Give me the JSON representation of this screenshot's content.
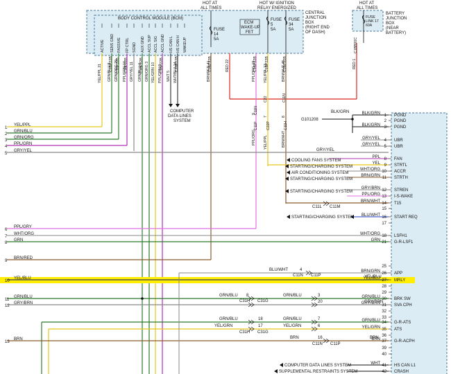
{
  "colors": {
    "box_fill": "#dcecf4",
    "box_stroke": "#4a7a99",
    "highlight": "#ffee00",
    "red": "#d9261c",
    "yellow": "#e6c619",
    "green": "#2b7a2b",
    "brown": "#8b5a2b",
    "purple": "#b030b0",
    "grey": "#888888",
    "black": "#111111",
    "blue": "#2040c0",
    "pink": "#e070e0"
  },
  "top": {
    "hot_at_all_times_1": "HOT AT",
    "hot_at_all_times_2": "ALL TIMES",
    "hot_ign_1": "HOT W/ IGNITION",
    "hot_ign_2": "RELAY ENERGIZED",
    "hot_right_1": "HOT AT",
    "hot_right_2": "ALL TIMES",
    "bcm_title": "BODY CONTROL MODULE (BCM)",
    "cjb_1": "CENTRAL",
    "cjb_2": "JUNCTION",
    "cjb_3": "BOX",
    "cjb_4": "(RIGHT END",
    "cjb_5": "OF DASH)",
    "bjb_1": "BATTERY",
    "bjb_2": "JUNCTION",
    "bjb_3": "BOX",
    "bjb_4": "(NEAR",
    "bjb_5": "BATTERY)",
    "fuse14_1": "FUSE",
    "fuse14_2": "14",
    "fuse14_3": "5A",
    "fuse5_1": "FUSE",
    "fuse5_2": "5",
    "fuse5_3": "5A",
    "fuse34_1": "FUSE",
    "fuse34_2": "34",
    "fuse34_3": "5A",
    "fuse17_1": "FUSE",
    "fuse17_2": "LINK 17",
    "fuse17_3": "60A",
    "ecm_1": "ECM",
    "ecm_2": "WAKE-UP",
    "ecm_3": "FET",
    "cdl_1": "COMPUTER",
    "cdl_2": "DATA LINES",
    "cdl_3": "SYSTEM",
    "g101": "G101208"
  },
  "bcm_pins": [
    "ACTIVE",
    "SENS GND",
    "PASSIVE",
    "FP CTRL",
    "SGND",
    "AUX GND",
    "ACCL SUP",
    "ACCL SIG",
    "ACCL GND",
    "HS CAN L",
    "HS CAN H",
    "WAKEUP"
  ],
  "vert_labels": [
    "YEL/PPL 21",
    "GRN/BLU 8",
    "GRN/ORG 29",
    "PPL/GRN 16",
    "GRY/YEL 11",
    "GRN/BLU 6",
    "GRN/ORG 3",
    "YEL/GRN 10",
    "PPL/GRN 9",
    "WHT 5",
    "WHT/BLU 14",
    "BRN/RED 41",
    "C1BP22B",
    "C1BP22B",
    "C1BP22B",
    "C1BP22B",
    "C1BP22B",
    "C1BP22B",
    "RED 22",
    "PPL/ORG 19",
    "YEL/PPL 13",
    "BRN/WHT 45",
    "C1BP22B",
    "C1BP22B",
    "C1BP22B",
    "C1BP22B",
    "RED 1",
    "C1BB00C"
  ],
  "mid_vert": [
    "PPL/ORG",
    "YEL/PPL",
    "BRN/WHT",
    "9",
    "7",
    "8",
    "C11N",
    "C22",
    "C11N",
    "C11P",
    "C22P",
    "C11H"
  ],
  "left_wires": [
    {
      "num": "1",
      "label": "YEL/PPL"
    },
    {
      "num": "2",
      "label": "GRN/BLU"
    },
    {
      "num": "3",
      "label": "GRN/ORG"
    },
    {
      "num": "4",
      "label": "PPL/GRN"
    },
    {
      "num": "5",
      "label": "GRY/YEL"
    },
    {
      "num": "6",
      "label": "PPL/GRY"
    },
    {
      "num": "7",
      "label": "WHT/ORG"
    },
    {
      "num": "8",
      "label": "GRN"
    },
    {
      "num": "9",
      "label": "BRN/RED"
    },
    {
      "num": "10",
      "label": "YEL/BLU"
    },
    {
      "num": "11",
      "label": "GRN/BLU"
    },
    {
      "num": "12",
      "label": "GRY/BRN"
    },
    {
      "num": "13",
      "label": "BRN"
    }
  ],
  "right_pins": [
    {
      "num": "1",
      "wire": "BLK/GRN",
      "name": "PGND"
    },
    {
      "num": "2",
      "wire": "",
      "name": "PGND"
    },
    {
      "num": "3",
      "wire": "BLK/GRN",
      "name": "PGND"
    },
    {
      "num": "4",
      "wire": "GRY/YEL",
      "name": "UBR"
    },
    {
      "num": "5",
      "wire": "GRY/YEL",
      "name": "UBR"
    },
    {
      "num": "8",
      "wire": "PPL",
      "name": "FAN"
    },
    {
      "num": "9",
      "wire": "YEL",
      "name": "STRTL"
    },
    {
      "num": "10",
      "wire": "WHT/ORG",
      "name": "ACCR"
    },
    {
      "num": "11",
      "wire": "BRN/GRN",
      "name": "STRTH"
    },
    {
      "num": "12",
      "wire": "GRY/BRN",
      "name": "STREN"
    },
    {
      "num": "13",
      "wire": "PPL/ORG",
      "name": "I-S-WAKE"
    },
    {
      "num": "14",
      "wire": "BRN/WHT",
      "name": "T15"
    },
    {
      "num": "15",
      "wire": "",
      "name": ""
    },
    {
      "num": "16",
      "wire": "BLU/WHT",
      "name": "START REQ"
    },
    {
      "num": "17",
      "wire": "",
      "name": ""
    },
    {
      "num": "18",
      "wire": "WHT/ORG",
      "name": "LSFH1"
    },
    {
      "num": "21",
      "wire": "GRN",
      "name": "G-R-LSF1"
    },
    {
      "num": "25",
      "wire": "",
      "name": ""
    },
    {
      "num": "26",
      "wire": "BRN/GRN",
      "name": "APP"
    },
    {
      "num": "27",
      "wire": "YEL/BLU",
      "name": "MRLY"
    },
    {
      "num": "28",
      "wire": "",
      "name": ""
    },
    {
      "num": "29",
      "wire": "",
      "name": ""
    },
    {
      "num": "30",
      "wire": "GRN/BLU",
      "name": "BRK SW"
    },
    {
      "num": "31",
      "wire": "GRY/BRN",
      "name": "SVA CPH"
    },
    {
      "num": "32",
      "wire": "",
      "name": ""
    },
    {
      "num": "33",
      "wire": "",
      "name": ""
    },
    {
      "num": "34",
      "wire": "GRN/BLU",
      "name": "G-R-ATS"
    },
    {
      "num": "35",
      "wire": "YEL/GRN",
      "name": "ATS"
    },
    {
      "num": "36",
      "wire": "",
      "name": ""
    },
    {
      "num": "37",
      "wire": "BRN",
      "name": "G-R-ACPH"
    },
    {
      "num": "39",
      "wire": "",
      "name": ""
    },
    {
      "num": "40",
      "wire": "",
      "name": ""
    },
    {
      "num": "41",
      "wire": "WHT",
      "name": "HS CAN L1"
    },
    {
      "num": "42",
      "wire": "",
      "name": "CRASH"
    }
  ],
  "system_refs": [
    "COOLING FANS SYSTEM",
    "STARTING/CHARGING SYSTEM",
    "AIR CONDITIONING SYSTEM",
    "STARTING/CHARGING SYSTEM",
    "STARTING/CHARGING SYSTEM",
    "STARTING/CHARGING SYSTEM",
    "COMPUTER DATA LINES SYSTEM",
    "SUPPLEMENTAL RESTRAINTS SYSTEM"
  ],
  "mid_labels": {
    "blk_grn": "BLK/GRN",
    "gry_yel": "GRY/YEL",
    "c11l": "C11L",
    "c11m": "C11M",
    "blu_wht": "BLU/WHT",
    "pin4": "4",
    "c11n_a": "C11N",
    "c11p_a": "C11P",
    "yel_blu": "YEL/BLU",
    "grn_blu_a": "GRN/BLU",
    "pin8": "8",
    "c31h": "C31H",
    "c31g": "C31G",
    "grn_blu_b": "GRN/BLU",
    "pin3": "3",
    "pin20": "20",
    "gry_brn": "GRY/BRN",
    "grn_blu_c": "GRN/BLU",
    "pin18": "18",
    "yel_grn": "YEL/GRN",
    "pin17": "17",
    "c31h_b": "C31H",
    "c31g_b": "C31G",
    "grn_blu_d": "GRN/BLU",
    "pin7": "7",
    "yel_grn_b": "YEL/GRN",
    "pin6": "6",
    "brn_a": "BRN",
    "pin16": "16",
    "brn_b": "BRN",
    "c11n_b": "C11N",
    "c11p_b": "C11P"
  }
}
